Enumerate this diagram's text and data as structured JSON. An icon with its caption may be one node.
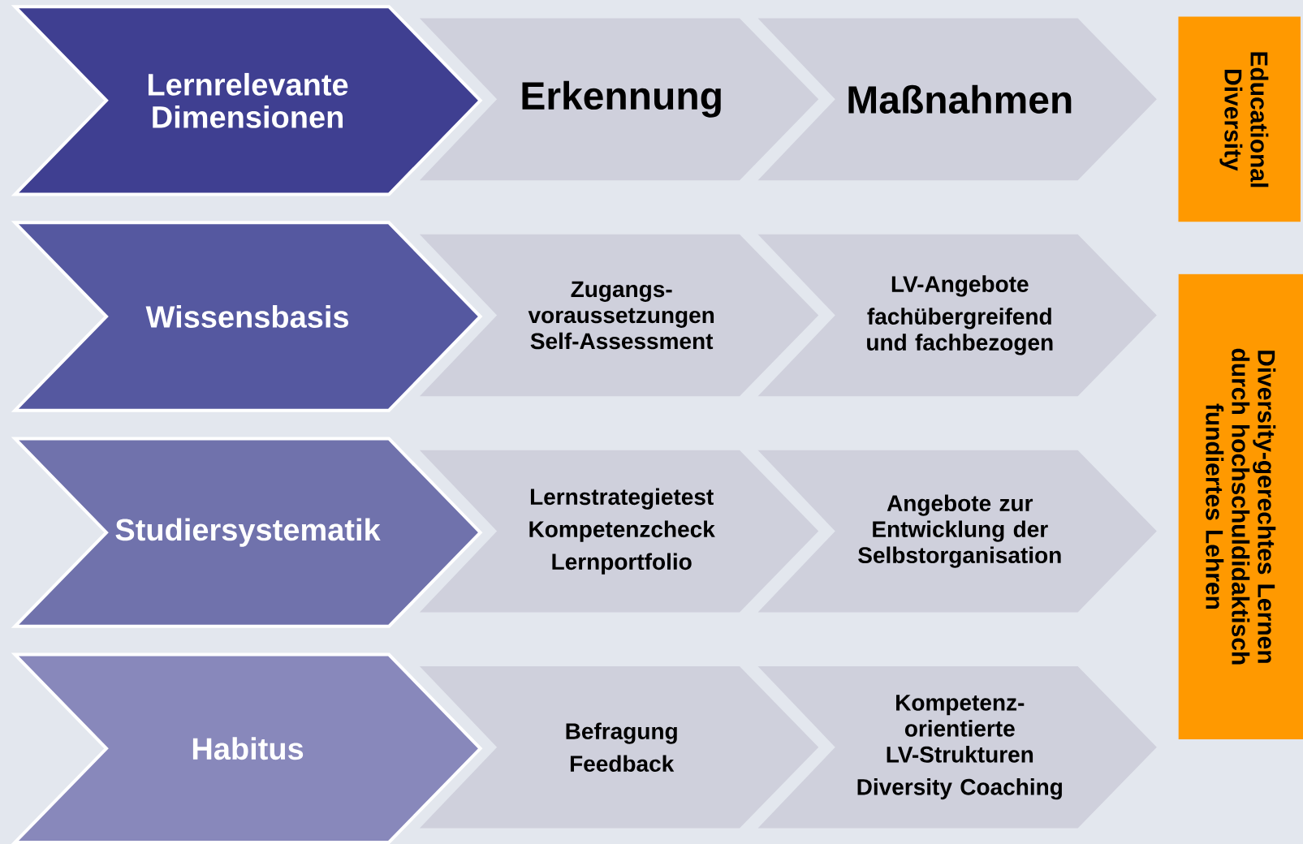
{
  "diagram": {
    "nodes": [
      {
        "text": [
          "Lernrelevante Dimensionen"
        ]
      },
      {
        "text": [
          "Erkennung"
        ]
      },
      {
        "text": [
          "Maßnahmen"
        ]
      },
      {
        "text": [
          "Educational Diversity"
        ]
      },
      {
        "text": [
          "Wissensbasis"
        ]
      },
      {
        "text": [
          "Zugangs-voraussetzungen",
          "Self-Assessment"
        ]
      },
      {
        "text": [
          "LV-Angebote",
          "fachübergreifend und fachbezogen"
        ]
      },
      {
        "text": [
          "Diversity-gerechtes Lernen durch hochschuldidaktisch fundiertes Lehren"
        ]
      },
      {
        "text": [
          "Studiersystematik"
        ]
      },
      {
        "text": [
          "Lernstrategietest",
          "Kompetenzcheck",
          "Lernportfolio"
        ]
      },
      {
        "text": [
          "Angebote zur Entwicklung der Selbstorganisation"
        ]
      },
      {
        "text": [
          "Habitus"
        ]
      },
      {
        "text": [
          "Befragung",
          "Feedback"
        ]
      },
      {
        "text": [
          "Kompetenz-orientierte LV-Strukturen",
          "Diversity Coaching"
        ]
      }
    ]
  }
}
